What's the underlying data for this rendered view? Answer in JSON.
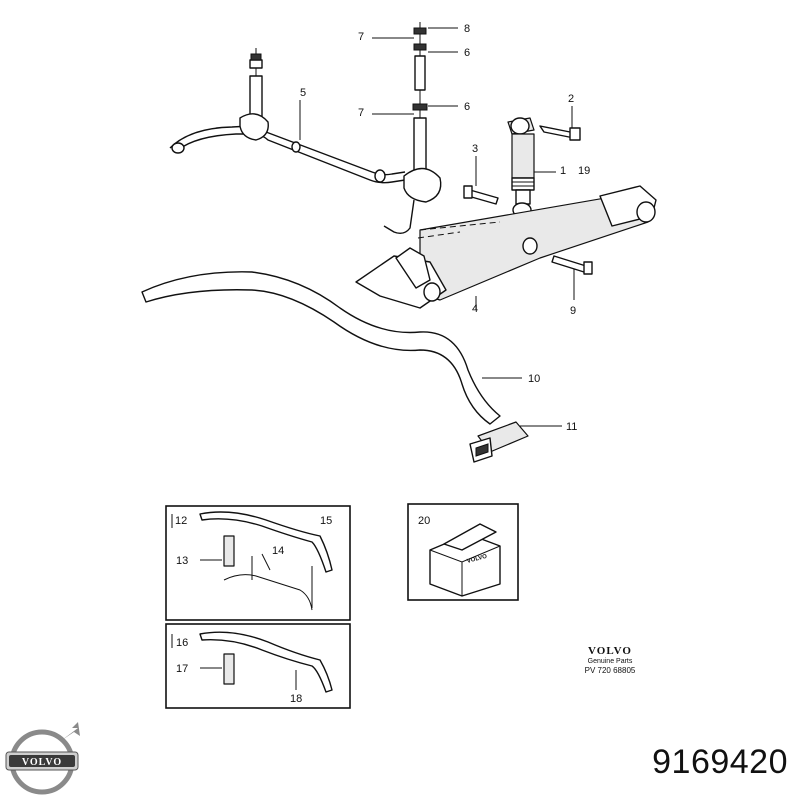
{
  "diagram": {
    "callouts": {
      "c1": "1",
      "c2": "2",
      "c3": "3",
      "c4": "4",
      "c5": "5",
      "c6a": "6",
      "c6b": "6",
      "c7a": "7",
      "c7b": "7",
      "c8": "8",
      "c9": "9",
      "c10": "10",
      "c11": "11",
      "c12": "12",
      "c13": "13",
      "c14": "14",
      "c15": "15",
      "c16": "16",
      "c17": "17",
      "c18": "18",
      "c19": "19",
      "c20": "20"
    },
    "box_text": "VOLVO"
  },
  "footer": {
    "brand": "VOLVO",
    "subtitle": "Genuine Parts",
    "reference": "PV 720 68805"
  },
  "logo": {
    "text": "VOLVO"
  },
  "part_number": "9169420"
}
